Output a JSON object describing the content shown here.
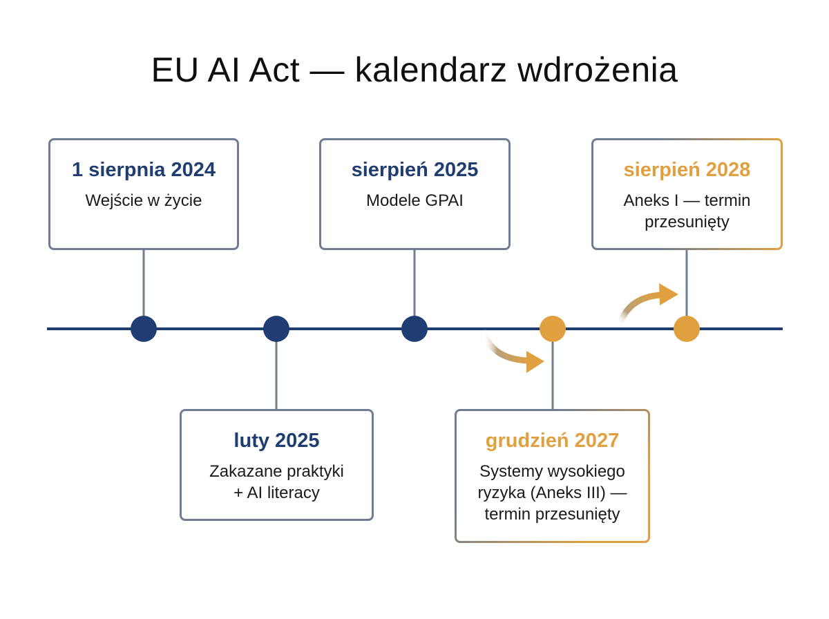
{
  "title": "EU AI Act — kalendarz wdrożenia",
  "colors": {
    "past": "#1f3d70",
    "future": "#e1a03f",
    "connector": "#6f7c92",
    "axis": "#1f3d70"
  },
  "milestones": [
    {
      "date": "1 sierpnia 2024",
      "description": "Wejście w życie",
      "status": "past",
      "position": "above"
    },
    {
      "date": "luty 2025",
      "description": "Zakazane praktyki\n+ AI literacy",
      "status": "past",
      "position": "below"
    },
    {
      "date": "sierpień 2025",
      "description": "Modele GPAI",
      "status": "past",
      "position": "above"
    },
    {
      "date": "grudzień 2027",
      "description": "Systemy wysokiego\nryzyka (Aneks III) —\ntermin przesunięty",
      "status": "future",
      "position": "below"
    },
    {
      "date": "sierpień 2028",
      "description": "Aneks I — termin\nprzesunięty",
      "status": "future",
      "position": "above"
    }
  ]
}
